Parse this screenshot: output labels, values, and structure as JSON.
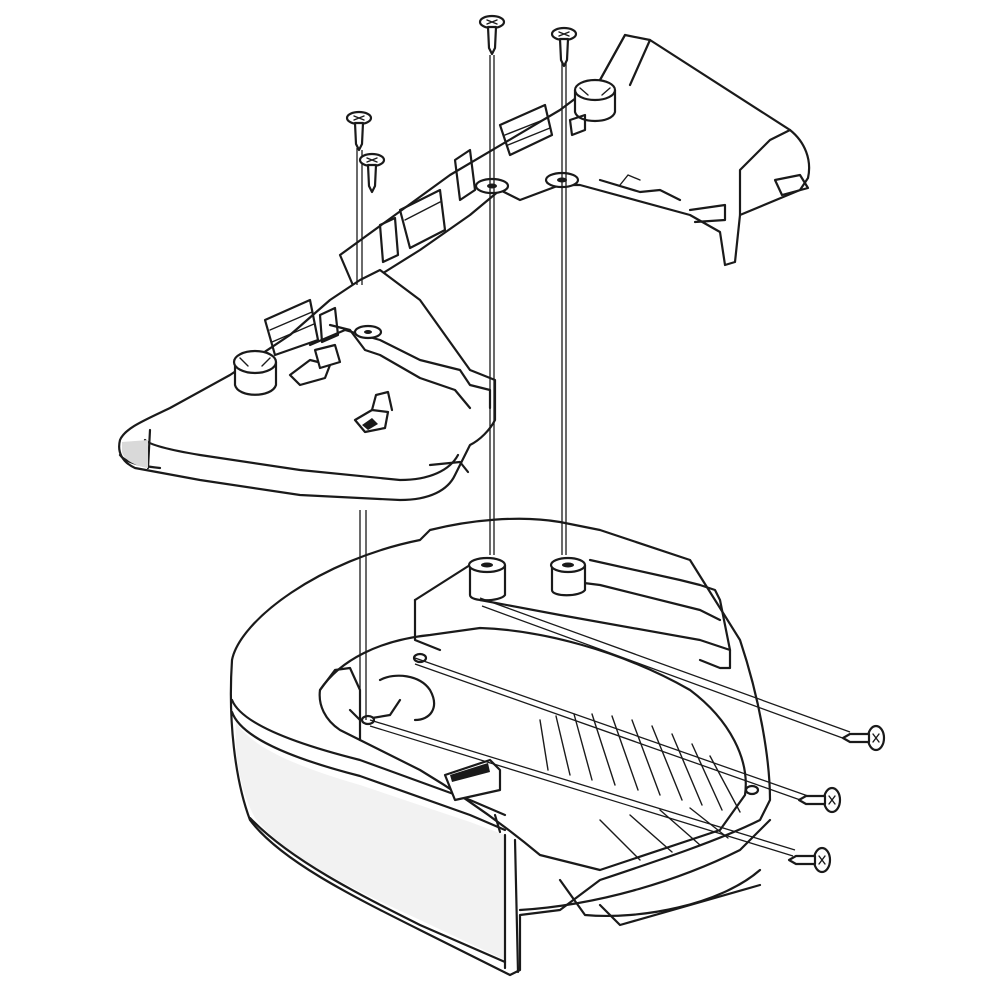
{
  "diagram": {
    "type": "exploded-assembly",
    "line_color": "#1a1a1a",
    "background": "#ffffff",
    "parts": [
      {
        "name": "upper-rear-cover",
        "icon": "bracket-icon"
      },
      {
        "name": "lower-front-cover",
        "icon": "bracket-icon"
      },
      {
        "name": "base-housing",
        "icon": "housing-icon"
      },
      {
        "name": "screws",
        "count": 7,
        "icon": "screw-icon"
      }
    ]
  }
}
